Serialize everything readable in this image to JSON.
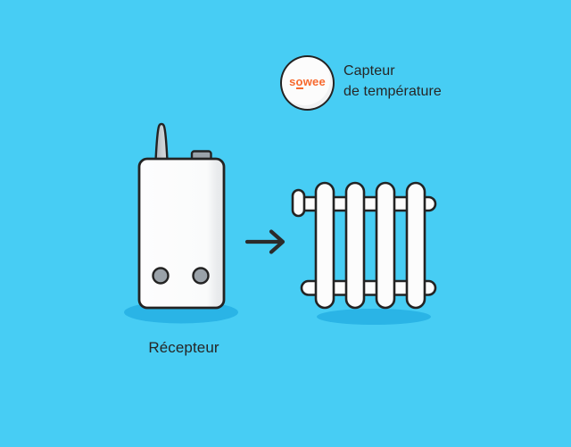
{
  "colors": {
    "background": "#47CDF4",
    "shadow_blue": "#2AB4E6",
    "outline": "#232323",
    "fill_white": "#FCFCFC",
    "hardware_gray": "#9AA2A9",
    "brand_orange": "#F7692E",
    "text": "#262626"
  },
  "sensor_badge": {
    "logo_s": "s",
    "logo_o": "o",
    "logo_wee": "wee",
    "label_line1": "Capteur",
    "label_line2": "de température"
  },
  "receiver": {
    "label": "Récepteur"
  },
  "icons": {
    "arrow_right": "→",
    "sowee_logo": "sowee-brand-roundel"
  }
}
